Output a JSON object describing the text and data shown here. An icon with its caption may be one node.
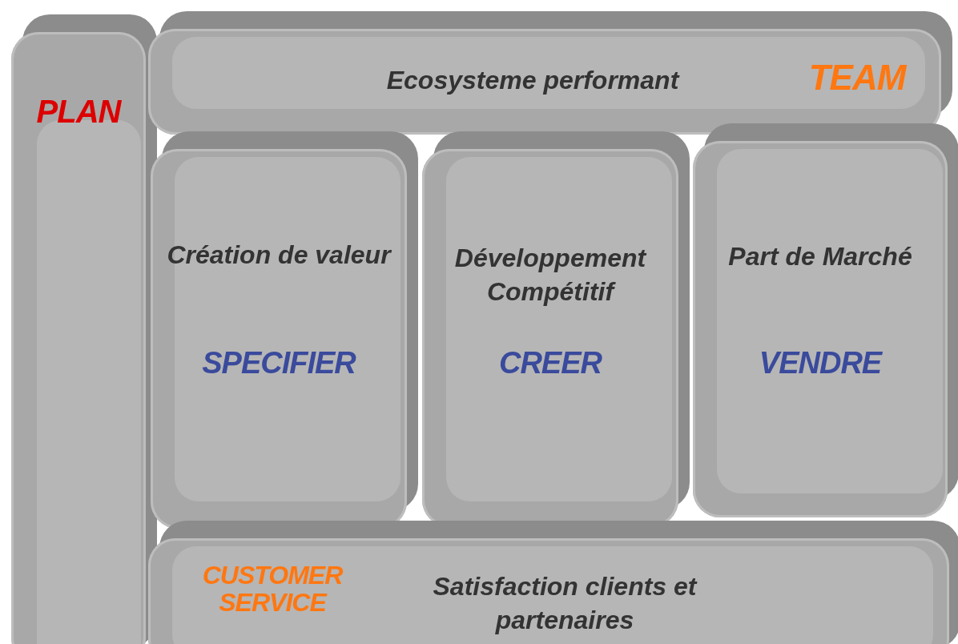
{
  "diagram": {
    "nodes": [
      {
        "text": [
          "PLAN"
        ]
      },
      {
        "text": [
          "Ecosysteme performant",
          "TEAM"
        ]
      },
      {
        "text": [
          "Création de valeur",
          "SPECIFIER"
        ]
      },
      {
        "text": [
          "Développement Compétitif",
          "CREER"
        ]
      },
      {
        "text": [
          "Part de Marché",
          "VENDRE"
        ]
      },
      {
        "text": [
          "CUSTOMER SERVICE",
          "Satisfaction clients et partenaires"
        ]
      }
    ]
  }
}
